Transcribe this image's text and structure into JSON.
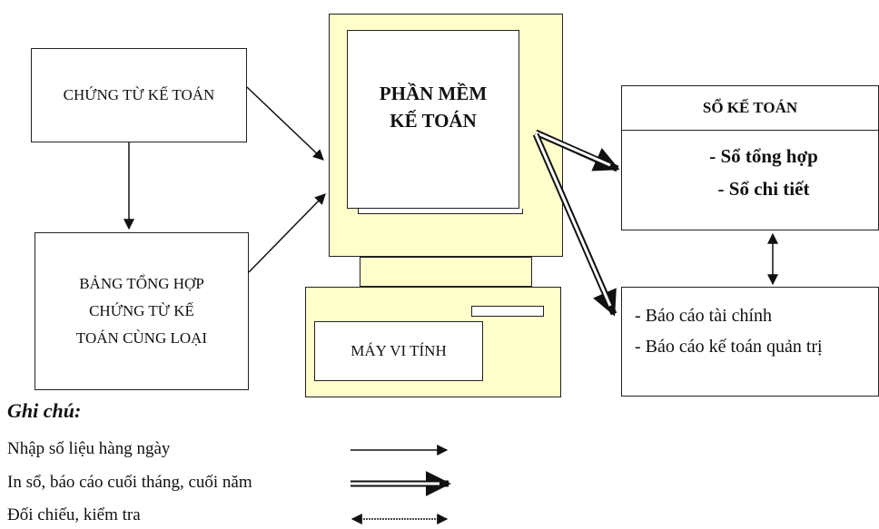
{
  "nodes": {
    "chung_tu": "CHỨNG TỪ KẾ TOÁN",
    "bang_tong_hop": [
      "BẢNG TỔNG HỢP",
      "CHỨNG TỪ KẾ",
      "TOÁN CÙNG LOẠI"
    ],
    "phan_mem": [
      "PHẦN MỀM",
      "KẾ TOÁN"
    ],
    "may_vi_tinh": "MÁY VI TÍNH",
    "so_ke_toan": {
      "title": "SỔ KẾ TOÁN",
      "items": [
        "- Sổ tổng hợp",
        "- Sổ chi tiết"
      ]
    },
    "bao_cao": [
      "- Báo cáo tài chính",
      "- Báo cáo kế toán quản trị"
    ]
  },
  "legend": {
    "title": "Ghi chú:",
    "items": [
      "Nhập số liệu hàng ngày",
      "In sổ, báo cáo cuối tháng, cuối năm",
      "Đối chiếu, kiểm tra"
    ]
  },
  "colors": {
    "computer": "#ffffcc",
    "stroke": "#222222"
  }
}
